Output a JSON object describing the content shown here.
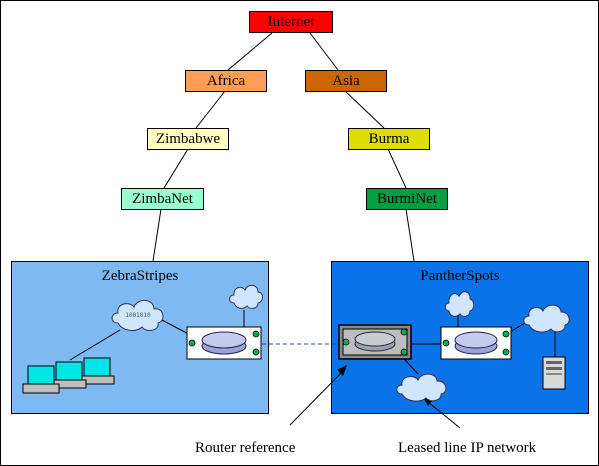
{
  "nodes": {
    "internet": {
      "label": "Internet",
      "color": "#ff0000"
    },
    "africa": {
      "label": "Africa",
      "color": "#ff9c55"
    },
    "asia": {
      "label": "Asia",
      "color": "#cc6600"
    },
    "zimbabwe": {
      "label": "Zimbabwe",
      "color": "#ffffc0"
    },
    "burma": {
      "label": "Burma",
      "color": "#dede00"
    },
    "zimbanet": {
      "label": "ZimbaNet",
      "color": "#99ffcc"
    },
    "burminet": {
      "label": "BurmiNet",
      "color": "#00a040"
    }
  },
  "panels": {
    "zebrastripes": {
      "title": "ZebraStripes",
      "color": "#7fb9f2"
    },
    "pantherspots": {
      "title": "PantherSpots",
      "color": "#0a73e8"
    }
  },
  "captions": {
    "router_reference": "Router reference",
    "leased_line": "Leased line IP network"
  },
  "icons": [
    "cloud-icon",
    "router-icon",
    "computer-icon",
    "server-icon",
    "arrow-icon"
  ]
}
